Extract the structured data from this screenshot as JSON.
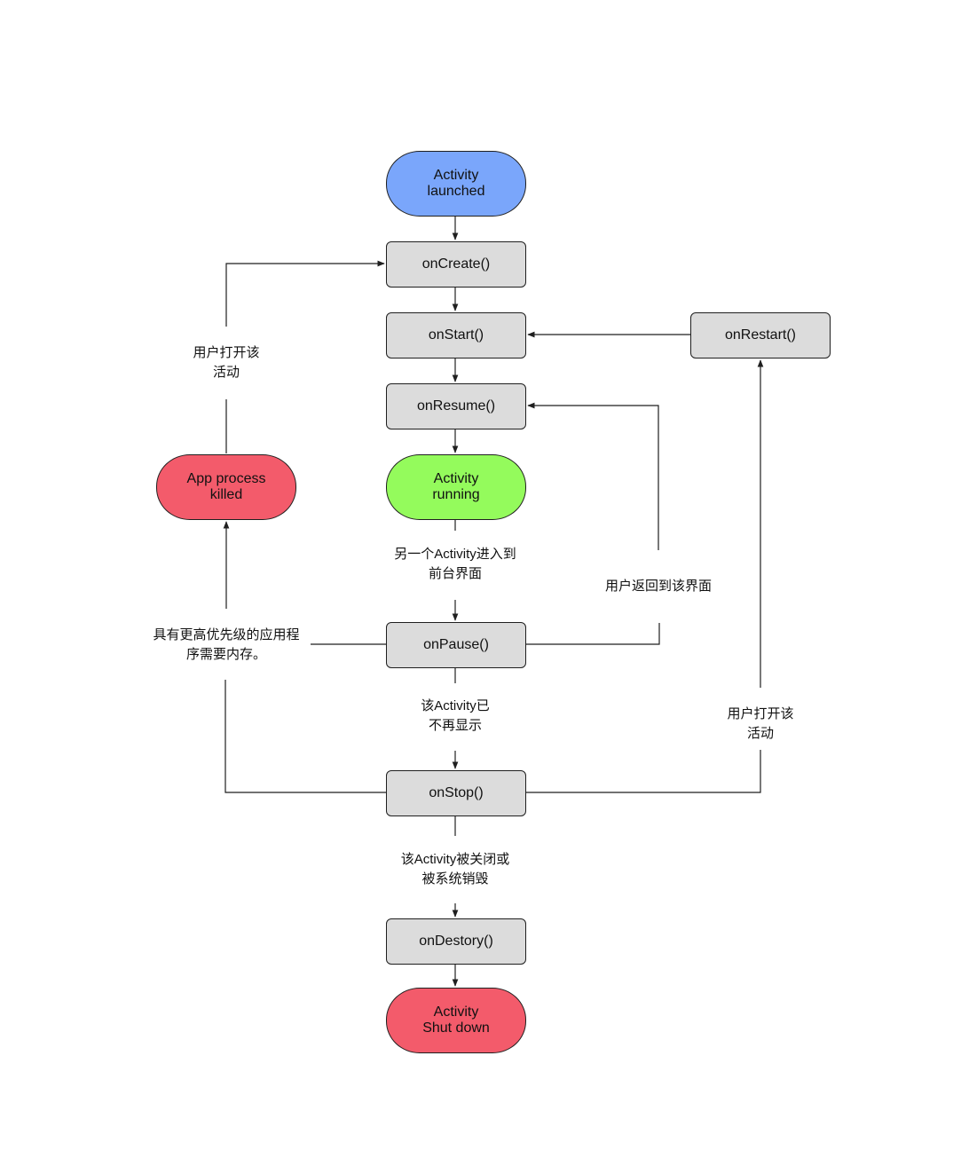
{
  "states": {
    "launched": {
      "text": "Activity\nlaunched",
      "color": "#7aa6fb"
    },
    "running": {
      "text": "Activity\nrunning",
      "color": "#94fb5c"
    },
    "killed": {
      "text": "App process\nkilled",
      "color": "#f35b6b"
    },
    "shutdown": {
      "text": "Activity\nShut down",
      "color": "#f35b6b"
    }
  },
  "callbacks": {
    "on_create": "onCreate()",
    "on_start": "onStart()",
    "on_resume": "onResume()",
    "on_pause": "onPause()",
    "on_stop": "onStop()",
    "on_destroy": "onDestory()",
    "on_restart": "onRestart()"
  },
  "transitions": {
    "user_opens_activity_left": "用户打开该\n活动",
    "another_activity_foreground": "另一个Activity进入到\n前台界面",
    "user_returns": "用户返回到该界面",
    "higher_priority_needs_memory": "具有更高优先级的应用程\n序需要内存。",
    "activity_not_visible": "该Activity已\n不再显示",
    "user_opens_activity_right": "用户打开该\n活动",
    "activity_closed_or_destroyed": "该Activity被关闭或\n被系统销毁"
  },
  "colors": {
    "callback_fill": "#dcdcdc",
    "line": "#1f1f1f"
  }
}
